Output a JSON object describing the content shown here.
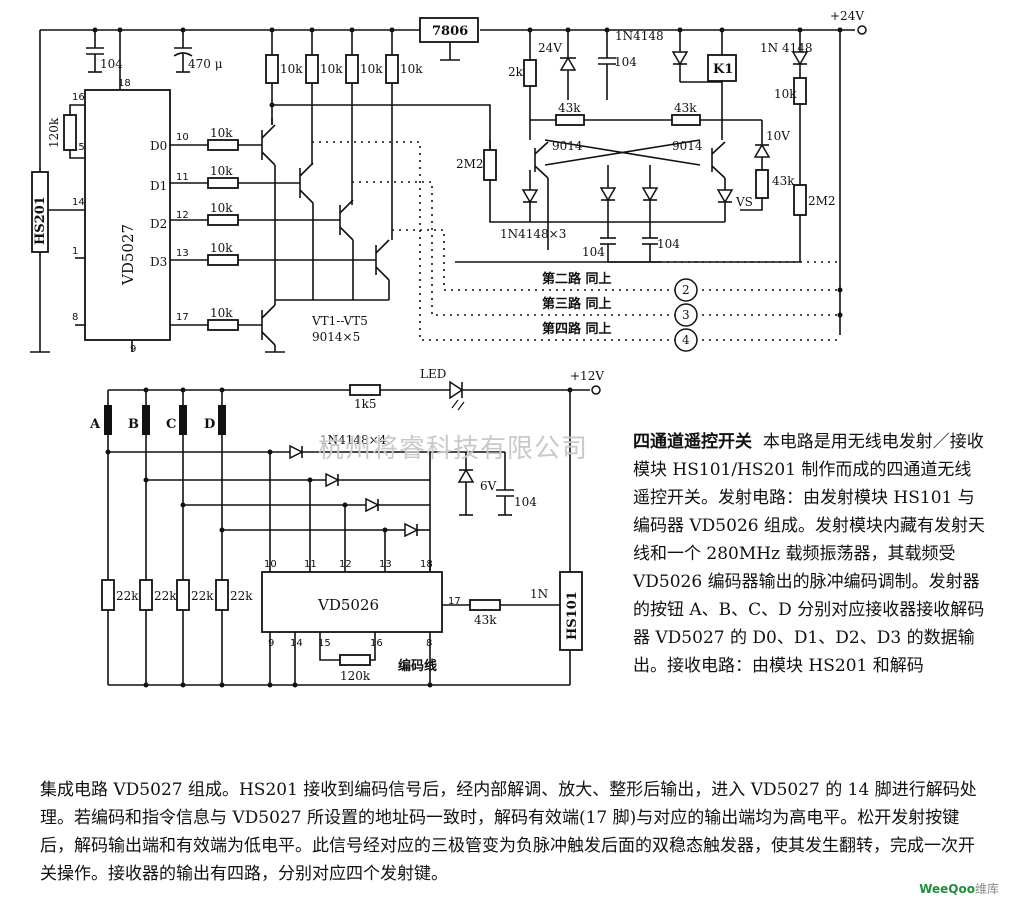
{
  "receiver": {
    "supply": "+24V",
    "regulator": "7806",
    "decoder_ic": "VD5027",
    "module": "HS201",
    "cap_104": "104",
    "cap_470": "470 μ",
    "r_120k": "120k",
    "r_10k": "10k",
    "r_2k": "2k",
    "r_43k": "43k",
    "r_2m2": "2M2",
    "zener_24v": "24V",
    "zener_10v": "10V",
    "diode_1n4148": "1N4148",
    "diode_1n4148_b": "1N 4148",
    "diodes_x3": "1N4148×3",
    "transistor": "9014",
    "relay": "K1",
    "vs": "VS",
    "transistors": "VT1--VT5",
    "transistors_count": "9014×5",
    "outputs": [
      "D0",
      "D1",
      "D2",
      "D3"
    ],
    "pins": {
      "p18": "18",
      "p16": "16",
      "p15": "15",
      "p14": "14",
      "p10": "10",
      "p11": "11",
      "p12": "12",
      "p13": "13",
      "p17": "17",
      "p1": "1",
      "p8": "8",
      "p9": "9"
    },
    "channels": [
      "第二路 同上",
      "第三路 同上",
      "第四路 同上"
    ],
    "channel_nums": [
      "2",
      "3",
      "4"
    ]
  },
  "transmitter": {
    "supply": "+12V",
    "led": "LED",
    "r_1k5": "1k5",
    "buttons": [
      "A",
      "B",
      "C",
      "D"
    ],
    "diodes": "1N4148×4",
    "zener_6v": "6V",
    "cap_104": "104",
    "r_22k": "22k",
    "encoder_ic": "VD5026",
    "r_43k": "43k",
    "r_120k": "120k",
    "module": "HS101",
    "label_1n": "1N",
    "code_line": "编码线",
    "pins": {
      "p10": "10",
      "p11": "11",
      "p12": "12",
      "p13": "13",
      "p18": "18",
      "p17": "17",
      "p9": "9",
      "p14": "14",
      "p15": "15",
      "p16": "16",
      "p8": "8"
    }
  },
  "watermark": "杭州将睿科技有限公司",
  "article": {
    "title": "四通道遥控开关",
    "right_text": "本电路是用无线电发射／接收模块 HS101/HS201 制作而成的四通道无线遥控开关。发射电路：由发射模块 HS101 与编码器 VD5026 组成。发射模块内藏有发射天线和一个 280MHz 载频振荡器，其载频受 VD5026 编码器输出的脉冲编码调制。发射器的按钮 A、B、C、D 分别对应接收器接收解码器 VD5027 的 D0、D1、D2、D3 的数据输出。接收电路：由模块 HS201 和解码",
    "bottom_text": "集成电路 VD5027 组成。HS201 接收到编码信号后，经内部解调、放大、整形后输出，进入 VD5027 的 14 脚进行解码处理。若编码和指令信息与 VD5027 所设置的地址码一致时，解码有效端(17 脚)与对应的输出端均为高电平。松开发射按键后，解码输出端和有效端为低电平。此信号经对应的三极管变为负脉冲触发后面的双稳态触发器，使其发生翻转，完成一次开关操作。接收器的输出有四路，分别对应四个发射键。"
  },
  "logo": {
    "brand": "WeeQoo",
    "suffix": "维库"
  }
}
